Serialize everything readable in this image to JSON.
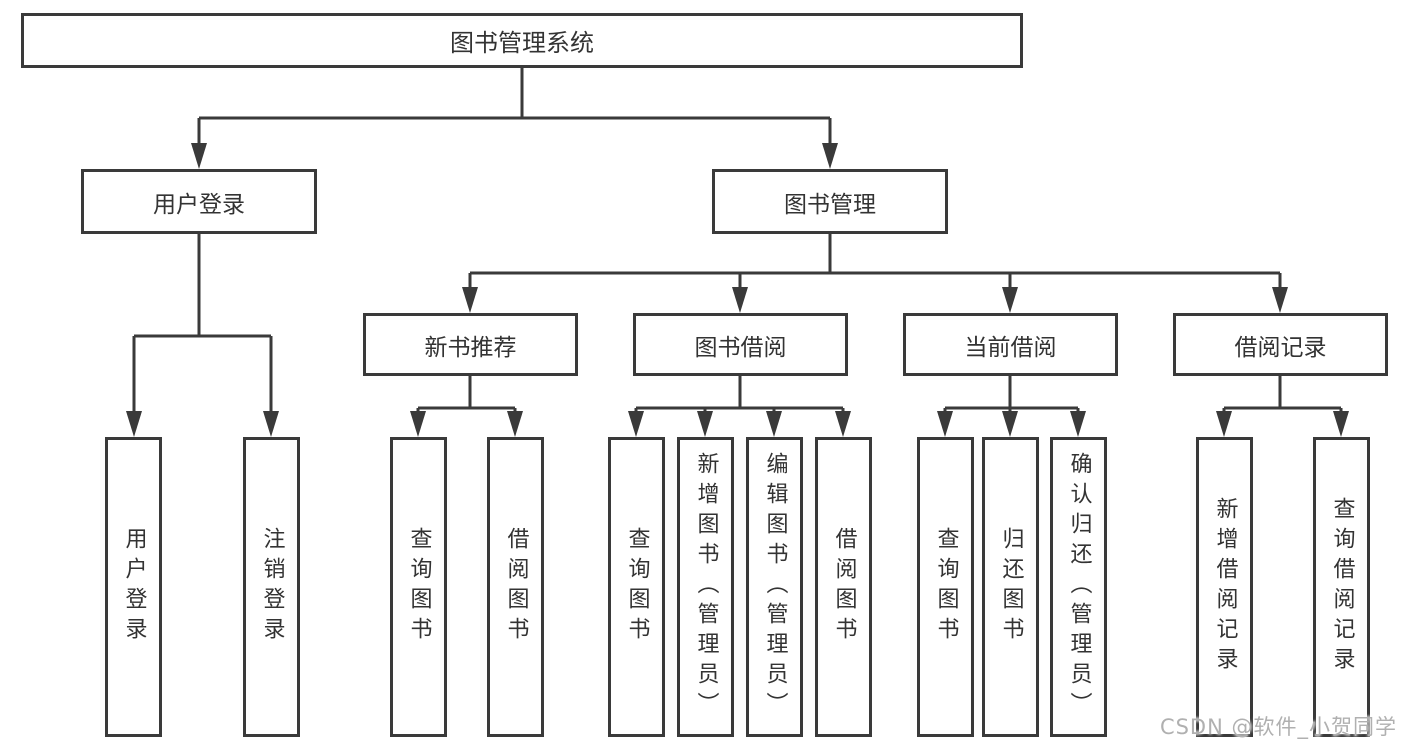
{
  "tree": {
    "root": "图书管理系统",
    "branches": [
      {
        "label": "用户登录",
        "leaves": [
          "用户登录",
          "注销登录"
        ]
      },
      {
        "label": "图书管理",
        "sections": [
          {
            "label": "新书推荐",
            "leaves": [
              "查询图书",
              "借阅图书"
            ]
          },
          {
            "label": "图书借阅",
            "leaves": [
              "查询图书",
              "新增图书（管理员）",
              "编辑图书（管理员）",
              "借阅图书"
            ]
          },
          {
            "label": "当前借阅",
            "leaves": [
              "查询图书",
              "归还图书",
              "确认归还（管理员）"
            ]
          },
          {
            "label": "借阅记录",
            "leaves": [
              "新增借阅记录",
              "查询借阅记录"
            ]
          }
        ]
      }
    ]
  },
  "watermark": "CSDN @软件_小贺同学",
  "colors": {
    "line": "#3a3a3a",
    "text": "#333333",
    "watermark": "#b0b0b0",
    "background": "#ffffff"
  }
}
